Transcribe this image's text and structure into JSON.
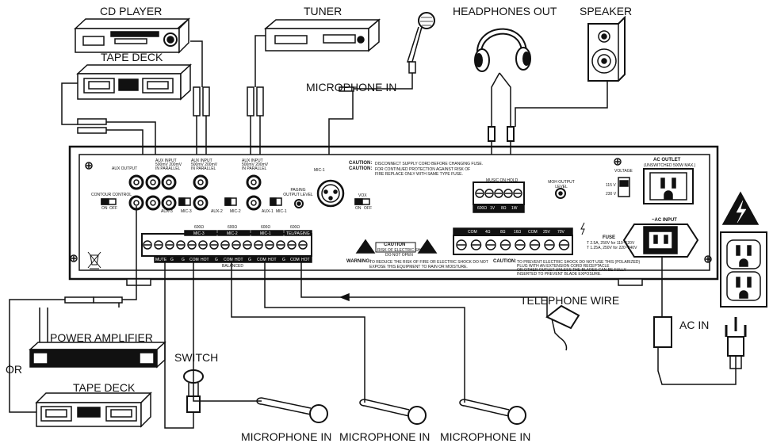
{
  "labels": {
    "cd_player": "CD PLAYER",
    "tuner": "TUNER",
    "headphones_out": "HEADPHONES OUT",
    "speaker": "SPEAKER",
    "tape_deck_top": "TAPE DECK",
    "microphone_in_top": "MICROPHONE IN",
    "telephone_wire": "TELEPHONE WIRE",
    "ac_in": "AC IN",
    "power_amplifier": "POWER AMPLIFIER",
    "or": "OR",
    "switch": "SWITCH",
    "tape_deck_bottom": "TAPE DECK",
    "mic_in_1": "MICROPHONE IN",
    "mic_in_2": "MICROPHONE IN",
    "mic_in_3": "MICROPHONE IN"
  },
  "panel": {
    "aux_input_1": "AUX INPUT",
    "aux_input_1_spec": "500mV 200mV",
    "aux_parallel_1": "IN PARALLEL",
    "aux_input_2": "AUX INPUT",
    "aux_input_2_spec": "500mV 200mV",
    "aux_parallel_2": "IN PARALLEL",
    "aux_input_3": "AUX INPUT",
    "aux_input_3_spec": "500mV 200mV",
    "aux_parallel_3": "IN PARALLEL",
    "aux_output": "AUX OUTPUT",
    "contour_control": "CONTOUR CONTROL",
    "on": "ON",
    "off": "OFF",
    "aux3": "AUX-3",
    "mic3": "MIC-3",
    "aux2": "AUX-2",
    "mic2": "MIC-2",
    "aux1": "AUX-1",
    "mic1": "MIC-1",
    "paging_output_level": "PAGING OUTPUT LEVEL",
    "mic1_xlr": "MIC-1",
    "vox": "VOX",
    "caution1": "CAUTION:",
    "caution1_text": "DISCONNECT SUPPLY CORD BEFORE CHANGING FUSE.",
    "caution2": "CAUTION:",
    "caution2_text": "FOR CONTINUED PROTECTION AGAINST RISK OF FIRE REPLACE ONLY WITH SAME TYPE FUSE.",
    "music_on_hold": "MUSIC ON HOLD",
    "moh_output_level": "MOH OUTPUT LEVEL",
    "moh_600": "600Ω",
    "moh_1v": "1V",
    "moh_8": "8Ω",
    "moh_1w": "1W",
    "voltage": "VOLTAGE",
    "v115": "115 V",
    "v230": "230 V",
    "ac_outlet": "AC OUTLET",
    "ac_outlet_sub": "(UNSWITCHED 500W MAX.)",
    "ac_input": "~AC INPUT",
    "out_com": "COM",
    "out_4": "4Ω",
    "out_8": "8Ω",
    "out_16": "16Ω",
    "out_com2": "COM",
    "out_25v": "25V",
    "out_70v": "70V",
    "fuse": "FUSE",
    "fuse_spec1": "T 2.5A, 250V for 110~120V",
    "fuse_spec2": "T 1.25A, 250V for 220~240V",
    "caution_box": "CAUTION",
    "caution_box_sub1": "RISK OF ELECTRIC SHOCK",
    "caution_box_sub2": "DO NOT OPEN",
    "warning": "WARNING:",
    "warning_text1": "TO REDUCE THE RISK OF FIRE OR ELECTRIC SHOCK DO NOT",
    "warning_text2": "EXPOSE THIS EQUIPMENT TO RAIN OR MOISTURE.",
    "caution3": "CAUTION:",
    "caution3_text1": "TO PREVENT ELECTRIC SHOCK DO NOT USE THIS (POLARIZED)",
    "caution3_text2": "PLUG WITH AN EXTENSION CORD RECEPTACLE",
    "caution3_text3": "OR OTHER OUTLET UNLESS THE BLADES CAN BE FULLY",
    "caution3_text4": "INSERTED TO PREVENT BLADE EXPOSURE.",
    "mute": "MUTE",
    "g": "G",
    "com": "COM",
    "hot": "HOT",
    "balanced": "BALANCED",
    "mic3_term": "MIC-3",
    "mic2_term": "MIC-2",
    "mic1_term": "MIC-1",
    "tel_paging": "TEL/PAGING",
    "ohm600_1": "600Ω",
    "ohm600_2": "600Ω",
    "ohm600_3": "600Ω",
    "ohm600_4": "600Ω"
  }
}
